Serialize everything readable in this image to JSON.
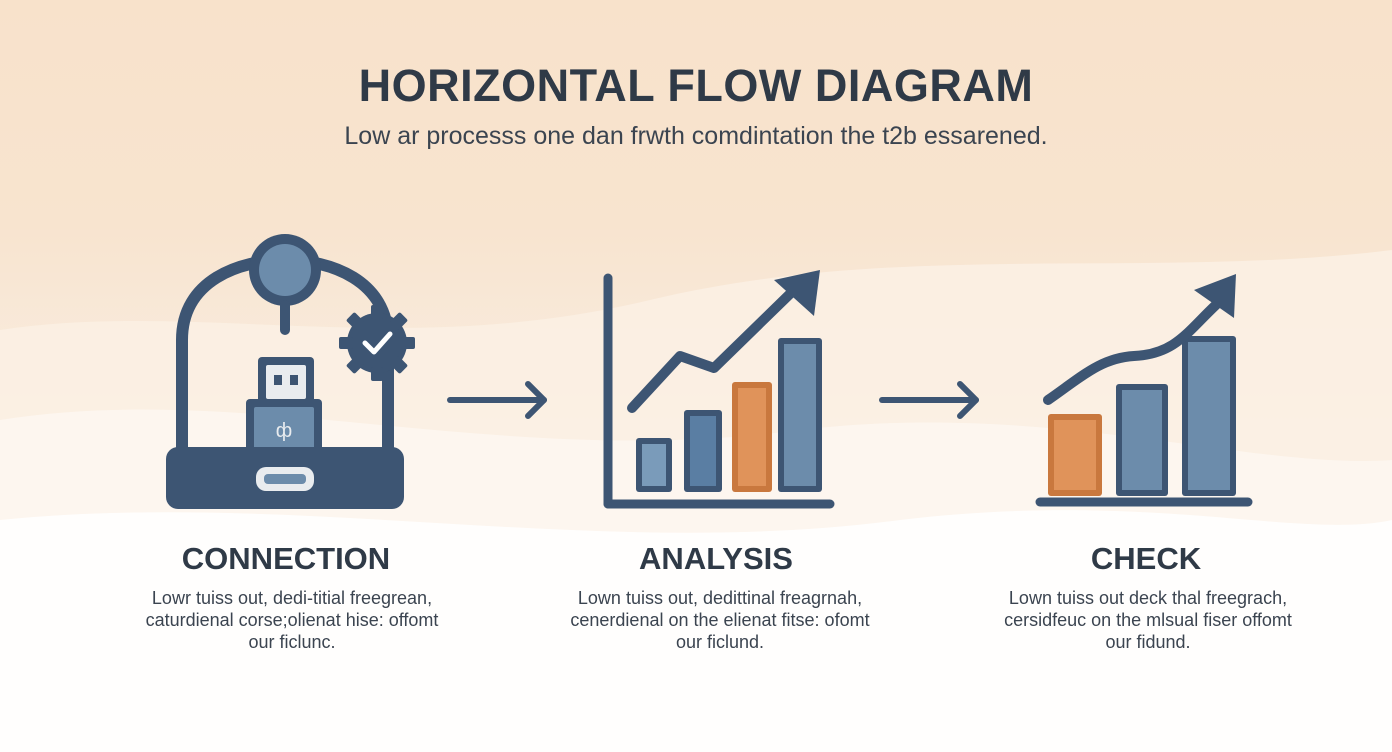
{
  "header": {
    "title": "HORIZONTAL FLOW DIAGRAM",
    "subtitle": "Low ar processs one dan frwth comdintation the t2b essarened."
  },
  "steps": [
    {
      "label": "CONNECTION",
      "description": "Lowr tuiss out, dedi-titial freegrean,\ncaturdienal corse;olienat hise: offomt\nour ficlunc.",
      "icon": "usb-connection-icon"
    },
    {
      "label": "ANALYSIS",
      "description": "Lown tuiss out, dedittinal freagrnah,\ncenerdienal on the elienat fitse: ofomt\nour ficlund.",
      "icon": "bar-chart-growth-icon"
    },
    {
      "label": "CHECK",
      "description": "Lown tuiss out deck thal freegrach,\ncersidfeuc on the mlsual fiser offomt\nour fidund.",
      "icon": "bar-chart-trend-icon"
    }
  ],
  "connectors": [
    "arrow-right-icon",
    "arrow-right-icon"
  ],
  "colors": {
    "navy": "#3d5573",
    "steel_blue": "#6c8cab",
    "orange": "#e0935a",
    "peach_background": "#f8e2cb",
    "text_dark": "#2f3a47"
  }
}
